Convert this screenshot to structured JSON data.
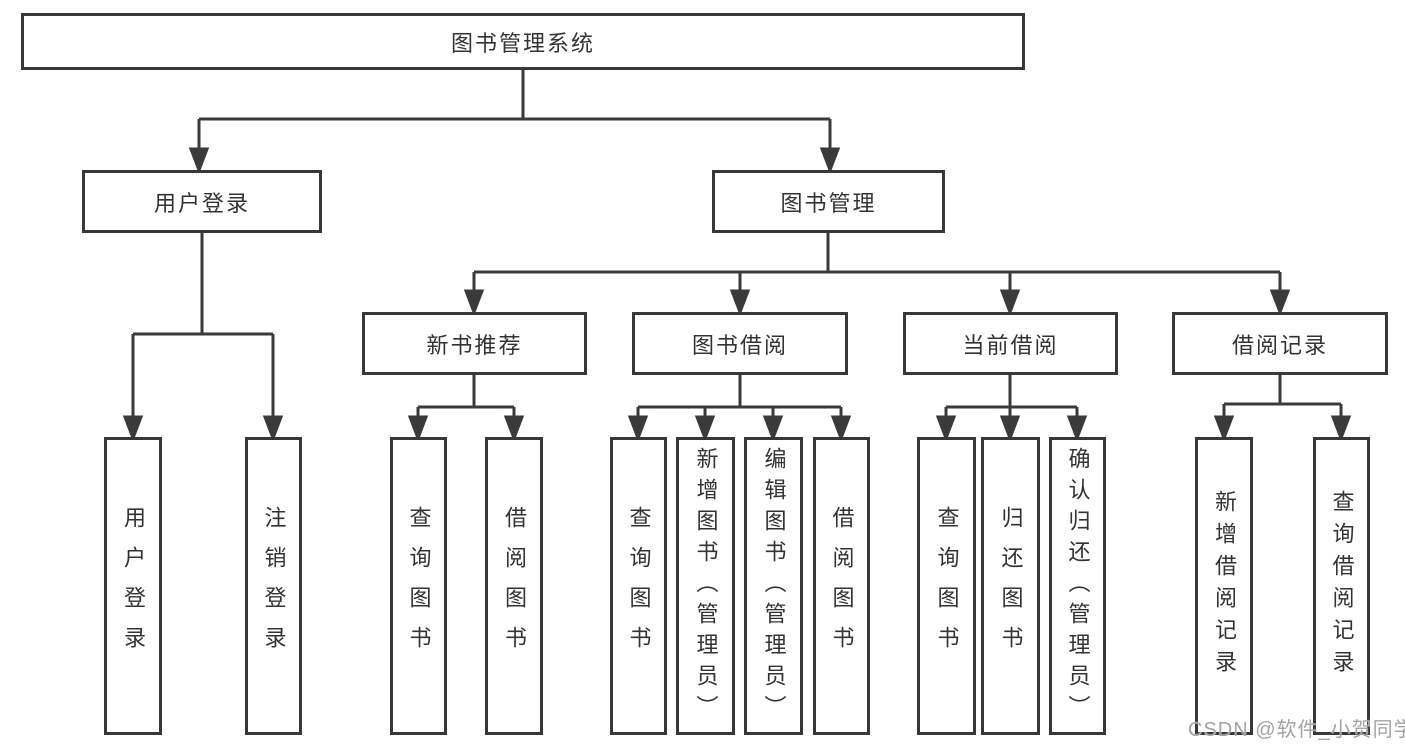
{
  "tree": {
    "root": {
      "label": "图书管理系统",
      "children": [
        {
          "label": "用户登录",
          "children": [
            {
              "label": "用户登录"
            },
            {
              "label": "注销登录"
            }
          ]
        },
        {
          "label": "图书管理",
          "children": [
            {
              "label": "新书推荐",
              "children": [
                {
                  "label": "查询图书"
                },
                {
                  "label": "借阅图书"
                }
              ]
            },
            {
              "label": "图书借阅",
              "children": [
                {
                  "label": "查询图书"
                },
                {
                  "label": "新增图书（管理员）"
                },
                {
                  "label": "编辑图书（管理员）"
                },
                {
                  "label": "借阅图书"
                }
              ]
            },
            {
              "label": "当前借阅",
              "children": [
                {
                  "label": "查询图书"
                },
                {
                  "label": "归还图书"
                },
                {
                  "label": "确认归还（管理员）"
                }
              ]
            },
            {
              "label": "借阅记录",
              "children": [
                {
                  "label": "新增借阅记录"
                },
                {
                  "label": "查询借阅记录"
                }
              ]
            }
          ]
        }
      ]
    }
  },
  "watermark": "CSDN @软件_小贺同学",
  "colors": {
    "line": "#3a3a3a",
    "text": "#333333",
    "box_background": "#ffffff",
    "watermark": "#a3a3a3"
  }
}
